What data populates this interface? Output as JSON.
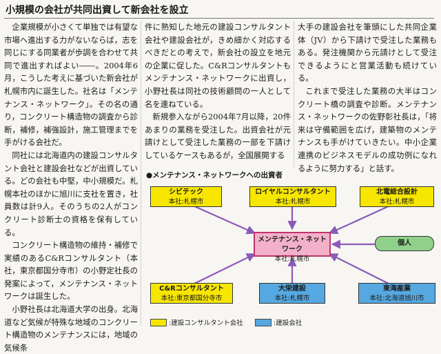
{
  "article": {
    "headline": "小規模の会社が共同出資して新会社を設立",
    "col1": [
      "企業規模が小さくて単独では有望な市場へ進出する力がないならば，志を同じにする同業者が歩調を合わせて共同で進出すればよい――。2004年6月，こうした考えに基づいた新会社が札幌市内に誕生した。社名は「メンテナンス・ネットワーク」。その名の通り，コンクリート構造物の調査から診断，補修，補強設計，施工管理までを手がける会社だ。",
      "同社には北海道内の建設コンサルタント会社と建設会社などが出資している。どの会社も中堅，中小規模だ。札幌本社のほかに旭川に支社を置き，社員数は計9人。そのうちの2人がコンクリート診断士の資格を保有している。",
      "コンクリート構造物の維持・補修で実績のあるC&Rコンサルタント（本社，東京都国分寺市）の小野定社長の発案によって，メンテナンス・ネットワークは誕生した。",
      "小野社長は北海道大学の出身。北海道など気候が特殊な地域のコンクリート構造物のメンテナンスには，地域の気候条"
    ],
    "col2": [
      "件に熟知した地元の建設コンサルタント会社や建設会社が，きめ細かく対応するべきだとの考えで，新会社の設立を地元の企業に促した。C&Rコンサルタントもメンテナンス・ネットワークに出資し，小野社長は同社の技術顧問の一人として名を連ねている。",
      "新規参入ながら2004年7月以降，20件あまりの業務を受注した。出資会社が元請けとして受注した業務の一部を下請けしているケースもあるが，全国展開する"
    ],
    "col3": [
      "大手の建設会社を筆頭にした共同企業体（JV）から下請けで受注した業務もある。発注機関から元請けとして受注できるようにと営業活動も続けている。",
      "これまで受注した業務の大半はコンクリート橋の調査や診断。メンテナンス・ネットワークの佐野彰社長は，「将来は守備範囲を広げ，建築物のメンテナンスも手がけていきたい。中小企業連携のビジネスモデルの成功例になれるように努力する」と話す。"
    ]
  },
  "diagram": {
    "title": "●メンテナンス・ネットワークへの出資者",
    "center": {
      "name": "メンテナンス・ネットワーク",
      "sub": "本社:札幌市"
    },
    "nodes": {
      "shibitek": {
        "name": "シビテック",
        "sub": "本社:札幌市",
        "kind": "consultant"
      },
      "royal": {
        "name": "ロイヤルコンサルタント",
        "sub": "本社:札幌市",
        "kind": "consultant"
      },
      "hokuden": {
        "name": "北電総合設計",
        "sub": "本社:札幌市",
        "kind": "consultant"
      },
      "individual": {
        "name": "個人",
        "sub": "",
        "kind": "individual"
      },
      "cr": {
        "name": "C&Rコンサルタント",
        "sub": "本社:東京都国分寺市",
        "kind": "consultant"
      },
      "daiei": {
        "name": "大栄建設",
        "sub": "本社:札幌市",
        "kind": "contractor"
      },
      "toyo": {
        "name": "東海産業",
        "sub": "本社:北海道旭川市",
        "kind": "contractor"
      }
    },
    "legend": {
      "consultant": ":建設コンサルタント会社",
      "contractor": ":建設会社"
    },
    "colors": {
      "consultant": "#f7e600",
      "contractor": "#56a8e0",
      "individual": "#8fd18a",
      "center": "#f3b1c9",
      "arrow": "#8a5ab8"
    }
  }
}
